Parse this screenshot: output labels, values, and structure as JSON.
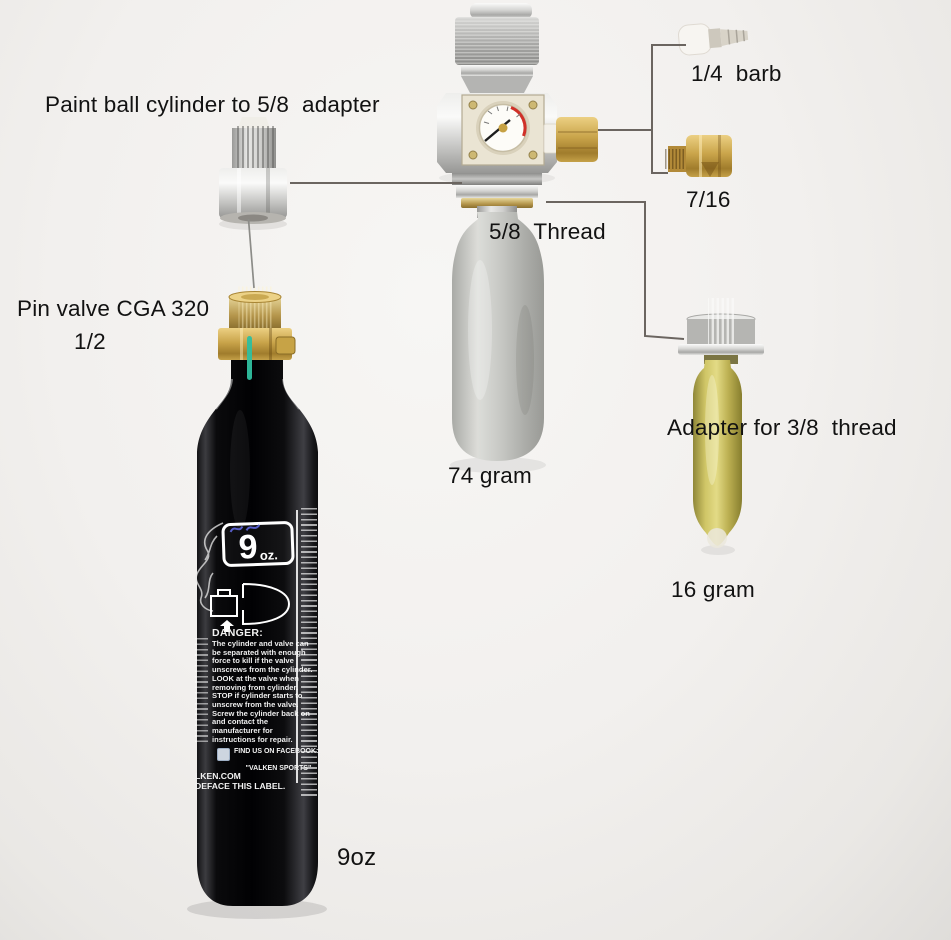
{
  "annotations": {
    "paint_adapter": "Paint ball cylinder to 5/8  adapter",
    "pin_valve_line1": "Pin valve CGA 320",
    "pin_valve_line2": "1/2",
    "thread_58": "5/8  Thread",
    "barb_14": "1/4  barb",
    "fitting_716": "7/16",
    "adapter_38": "Adapter for 3/8  thread",
    "gram_74": "74 gram",
    "gram_16": "16 gram",
    "oz_9": "9oz"
  },
  "bottle_label": {
    "logo_big": "9",
    "logo_small": "oz.",
    "danger_title": "DANGER:",
    "danger_text": "The cylinder and valve can be separated with enough force to kill if the valve unscrews from the cylinder. LOOK at the valve when removing from cylinder. STOP if cylinder starts to unscrew from the valve. Screw the cylinder back on and contact the manufacturer for instructions for repair.",
    "facebook_line1": "FIND US ON FACEBOOK:",
    "facebook_line2": "\"VALKEN SPORTS\"",
    "website_fragment": "LKEN.COM",
    "label_fragment": "DEFACE THIS LABEL."
  },
  "colors": {
    "background": "#f1efec",
    "connector_line": "#6b6560",
    "annotation_text": "#121212",
    "brass": "#c9a44a",
    "chrome": "#d8d8d6",
    "cartridge_silver": "#c9cac6",
    "cartridge_gold": "#cfc566",
    "valve_teal": "#2fbf9f",
    "gauge_red": "#d03028"
  }
}
